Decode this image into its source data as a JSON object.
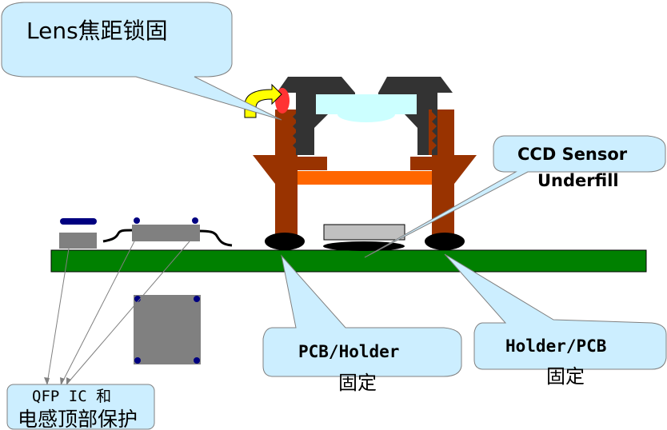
{
  "diagram": {
    "title": "Camera module adhesive application points",
    "colors": {
      "callout_fill": "#cceeff",
      "callout_stroke": "#808080",
      "pcb": "#008000",
      "holder": "#993300",
      "lens_barrel": "#333333",
      "lens_glass": "#ccffff",
      "ir_filter": "#ff6600",
      "sensor": "#c0c0c0",
      "glue": "#000000",
      "component": "#808080",
      "pad": "#000080",
      "lock_glue": "#ff3333",
      "rotate_arrow": "#ffff00"
    },
    "callouts": [
      {
        "id": "lens-focus-lock",
        "lines": [
          "Lens焦距锁固"
        ]
      },
      {
        "id": "ccd-underfill",
        "lines": [
          "CCD Sensor",
          "Underfill"
        ]
      },
      {
        "id": "pcb-holder",
        "lines": [
          "PCB/Holder",
          "固定"
        ]
      },
      {
        "id": "holder-pcb",
        "lines": [
          "Holder/PCB",
          "固定"
        ]
      },
      {
        "id": "qfp-protect",
        "lines": [
          "QFP IC 和",
          "电感顶部保护"
        ]
      }
    ],
    "components": {
      "pcb": "PCB",
      "holder": "Holder",
      "lens": "Lens",
      "sensor": "CCD Sensor",
      "ir_filter": "IR Filter",
      "qfp_ic": "QFP IC",
      "inductor": "Inductor"
    }
  }
}
